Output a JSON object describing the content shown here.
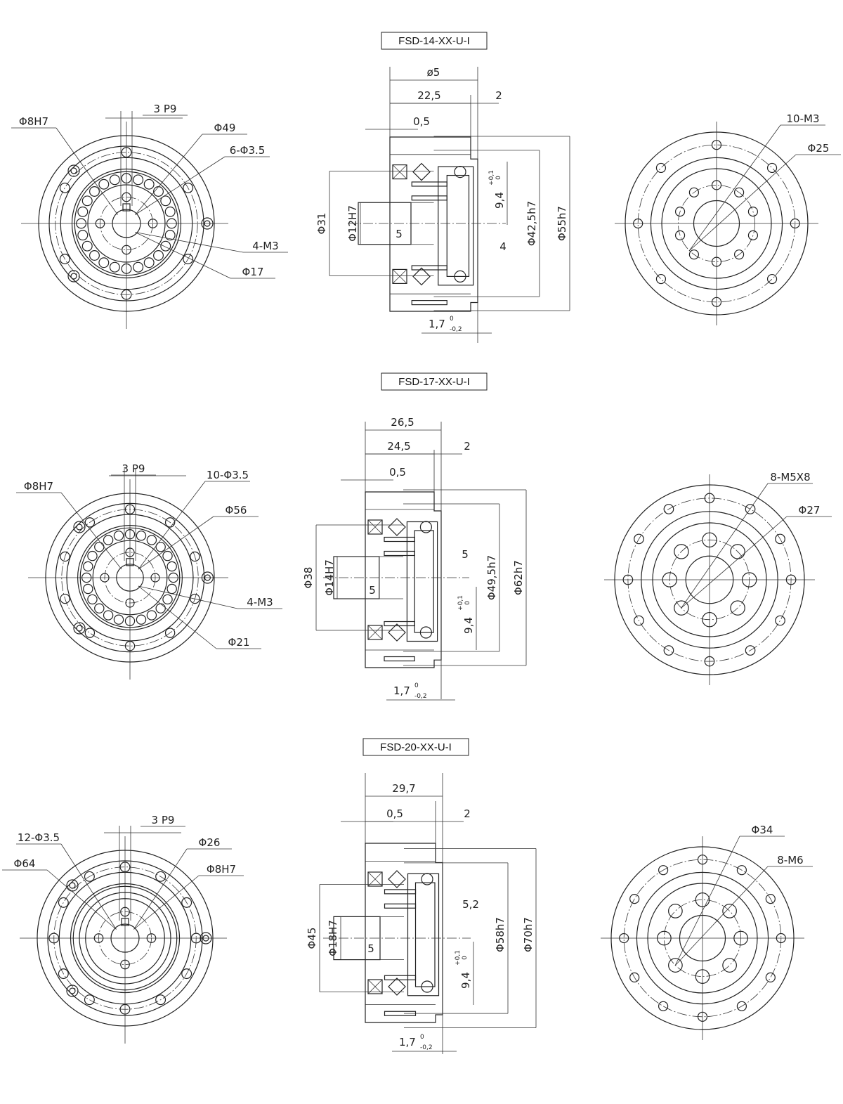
{
  "sections": [
    {
      "title": "FSD-14-XX-U-I",
      "front": {
        "key_width": "3 P9",
        "bore": "Φ8H7",
        "pcd": "Φ49",
        "holes": "6-Φ3.5",
        "thread": "4-M3",
        "hub": "Φ17"
      },
      "side": {
        "total": "ø5",
        "body": "22,5",
        "flange": "2",
        "gap": "0,5",
        "d1": "Φ31",
        "d2": "Φ12H7",
        "key_depth": "5",
        "depth": "9,4",
        "depth_tol_upper": "+0,1",
        "depth_tol_lower": "0",
        "d3": "Φ42,5h7",
        "d4": "Φ55h7",
        "step": "4",
        "offset": "1,7",
        "offset_tol_upper": "0",
        "offset_tol_lower": "-0,2"
      },
      "rear": {
        "thread": "10-M3",
        "pcd": "Φ25"
      }
    },
    {
      "title": "FSD-17-XX-U-I",
      "front": {
        "key_width": "3 P9",
        "bore": "Φ8H7",
        "holes": "10-Φ3.5",
        "pcd": "Φ56",
        "thread": "4-M3",
        "hub": "Φ21"
      },
      "side": {
        "total": "26,5",
        "body": "24,5",
        "flange": "2",
        "gap": "0,5",
        "d1": "Φ38",
        "d2": "Φ14H7",
        "key_depth": "5",
        "step": "5",
        "d3": "Φ49,5h7",
        "d4": "Φ62h7",
        "depth": "9,4",
        "depth_tol_upper": "+0,1",
        "depth_tol_lower": "0",
        "offset": "1,7",
        "offset_tol_upper": "0",
        "offset_tol_lower": "-0,2"
      },
      "rear": {
        "thread": "8-M5X8",
        "pcd": "Φ27"
      }
    },
    {
      "title": "FSD-20-XX-U-I",
      "front": {
        "key_width": "3 P9",
        "holes": "12-Φ3.5",
        "pcd": "Φ26",
        "outer": "Φ64",
        "bore": "Φ8H7"
      },
      "side": {
        "total": "29,7",
        "gap": "0,5",
        "flange": "2",
        "d1": "Φ45",
        "d2": "Φ18H7",
        "key_depth": "5",
        "step": "5,2",
        "d3": "Φ58h7",
        "d4": "Φ70h7",
        "depth": "9,4",
        "depth_tol_upper": "+0,1",
        "depth_tol_lower": "0",
        "offset": "1,7",
        "offset_tol_upper": "0",
        "offset_tol_lower": "-0,2"
      },
      "rear": {
        "pcd": "Φ34",
        "thread": "8-M6"
      }
    }
  ]
}
